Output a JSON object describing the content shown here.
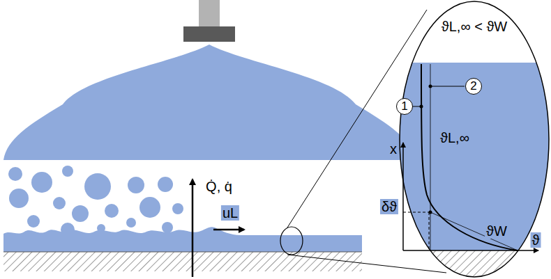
{
  "diagram": {
    "labels": [
      "Q̇, q̇",
      "uL",
      "ϑL,∞ < ϑW",
      "1",
      "2",
      "ϑL,∞",
      "x",
      "δϑ",
      "ϑW",
      "ϑ"
    ]
  }
}
